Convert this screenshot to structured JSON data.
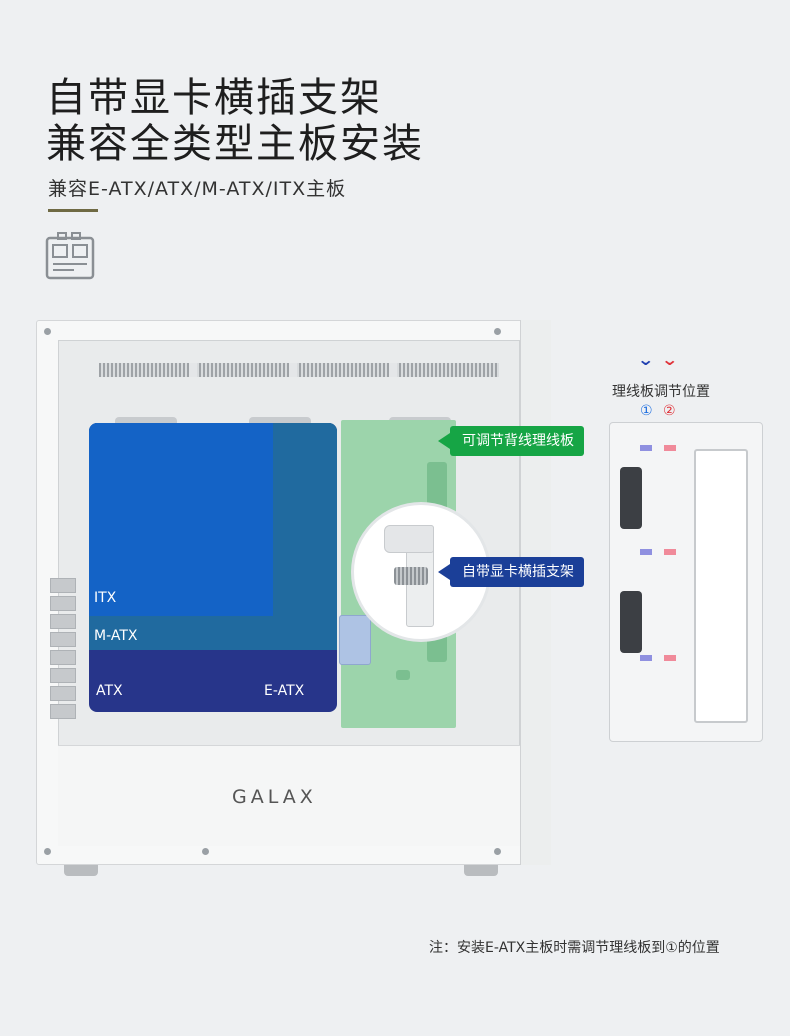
{
  "header": {
    "title_line1": "自带显卡横插支架",
    "title_line2": "兼容全类型主板安装",
    "subtitle": "兼容E-ATX/ATX/M-ATX/ITX主板",
    "icon": "motherboard-icon",
    "accent_color": "#6f6a44"
  },
  "case": {
    "brand": "GALAX",
    "boards": {
      "itx": "ITX",
      "matx": "M-ATX",
      "atx": "ATX",
      "eatx": "E-ATX"
    },
    "board_colors": {
      "itx": "#1463c6",
      "matx": "#206a9f",
      "eatx": "#27358a"
    }
  },
  "callouts": {
    "cable_panel": "可调节背线理线板",
    "gpu_bracket": "自带显卡横插支架",
    "cable_panel_color": "#16a545",
    "gpu_bracket_color": "#1b3f98"
  },
  "side_panel": {
    "title": "理线板调节位置",
    "pos1": "①",
    "pos2": "②",
    "pos1_color": "#1f6fe0",
    "pos2_color": "#e0333a"
  },
  "footer": {
    "note": "注：安装E-ATX主板时需调节理线板到①的位置"
  }
}
